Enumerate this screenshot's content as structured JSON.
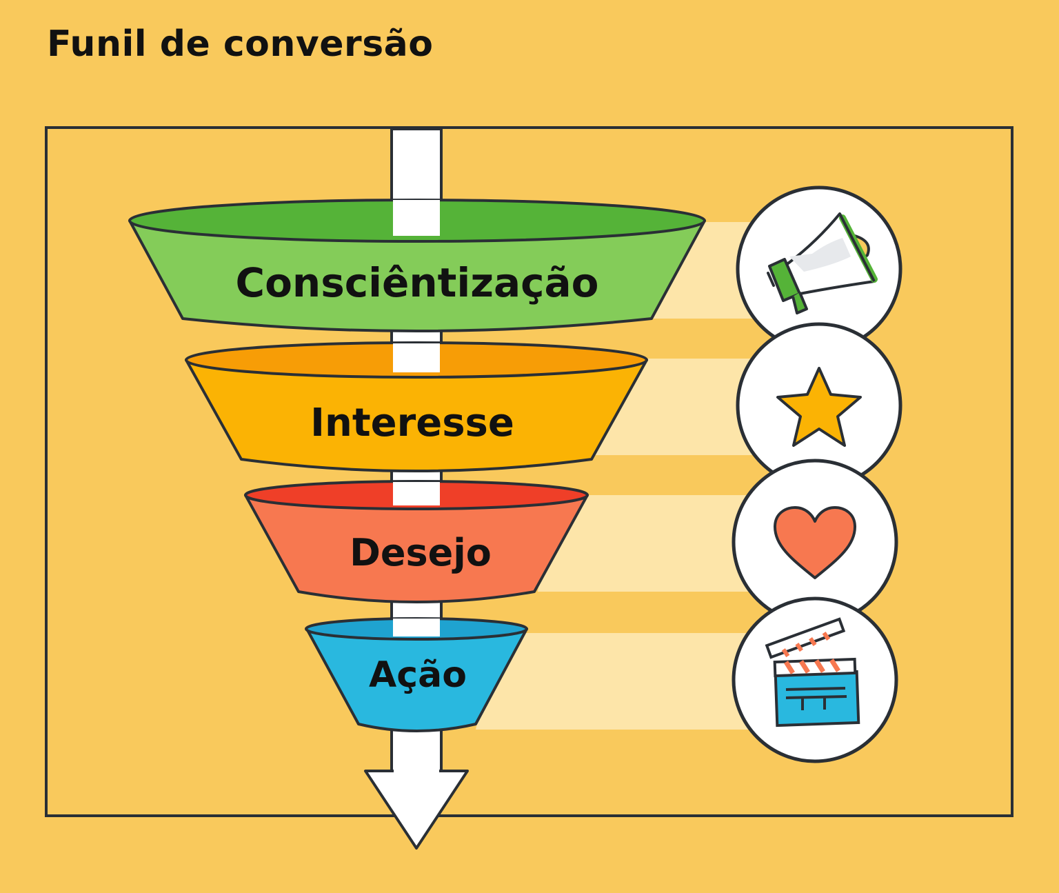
{
  "title": "Funil de conversão",
  "stages": [
    {
      "label": "Consciêntização",
      "color": "#84cc59",
      "rim": "#55b338",
      "icon": "megaphone-icon"
    },
    {
      "label": "Interesse",
      "color": "#fbb304",
      "rim": "#f79d06",
      "icon": "star-icon"
    },
    {
      "label": "Desejo",
      "color": "#f77850",
      "rim": "#ef3f28",
      "icon": "heart-icon"
    },
    {
      "label": "Ação",
      "color": "#29b8df",
      "rim": "#1fa3d0",
      "icon": "clapperboard-icon"
    }
  ],
  "colors": {
    "background": "#f9c95c",
    "outline": "#2a2f35",
    "arrow": "#ffffff",
    "band": "#fde5a9"
  }
}
